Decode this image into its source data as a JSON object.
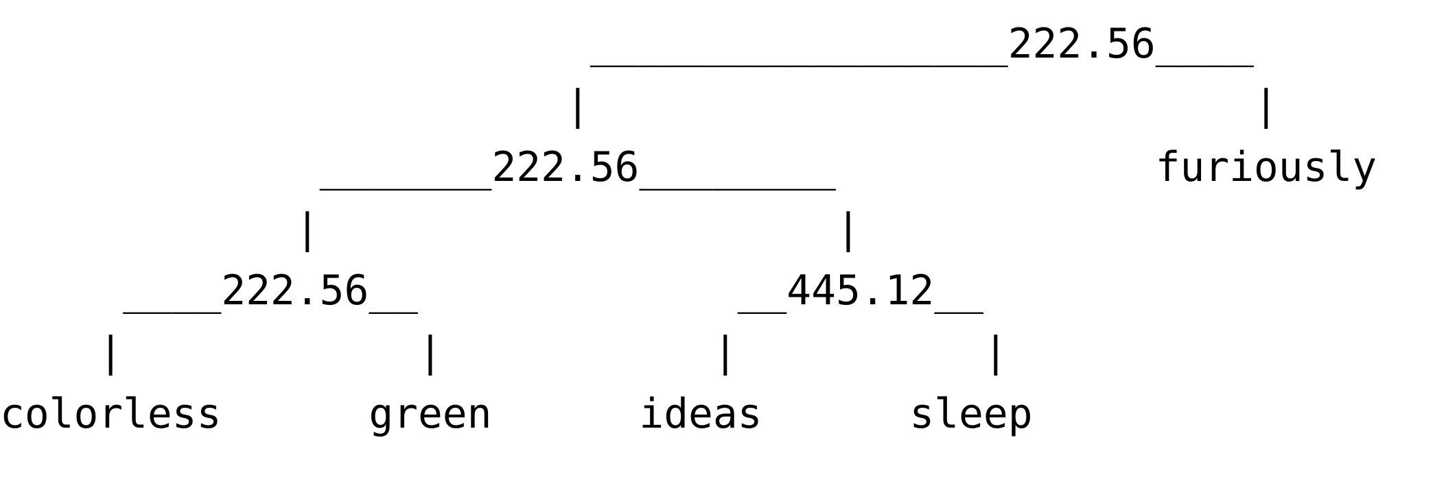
{
  "tree": {
    "root_value": "222.56",
    "lines": [
      "                        _________________222.56____",
      "                       |                           |",
      "             _______222.56________             furiously",
      "            |                     |",
      "     ____222.56__             __445.12__",
      "    |            |           |          |",
      "colorless      green      ideas      sleep"
    ],
    "nodes": [
      {
        "value": "222.56",
        "children": [
          "node-2",
          "furiously"
        ]
      },
      {
        "value": "222.56",
        "children": [
          "node-3",
          "node-4"
        ]
      },
      {
        "value": "222.56",
        "children": [
          "colorless",
          "green"
        ]
      },
      {
        "value": "445.12",
        "children": [
          "ideas",
          "sleep"
        ]
      }
    ],
    "leaves": [
      "colorless",
      "green",
      "ideas",
      "sleep",
      "furiously"
    ]
  }
}
